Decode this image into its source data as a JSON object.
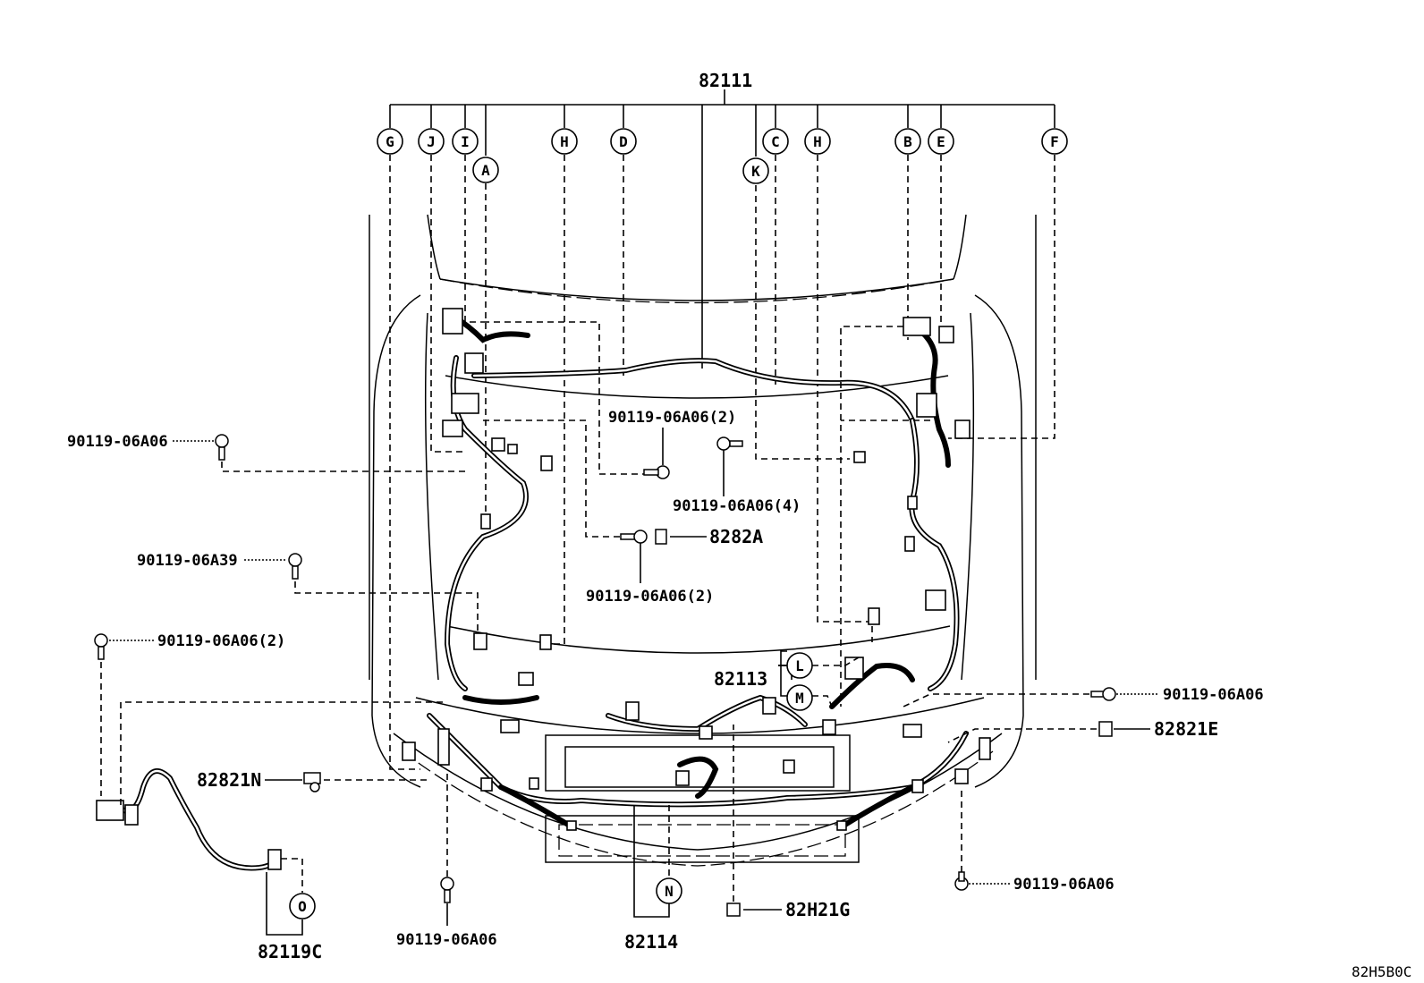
{
  "callouts": {
    "main_harness": "82111",
    "room_harness": "82113",
    "bumper_harness": "82114",
    "sensor_wire": "82119C",
    "bracket_a": "8282A",
    "clamp_e": "82821E",
    "clamp_n": "82821N",
    "clip_g": "82H21G",
    "bolt_left_top": "90119-06A06",
    "bolt_center_2a": "90119-06A06(2)",
    "bolt_center_4": "90119-06A06(4)",
    "bolt_center_2b": "90119-06A06(2)",
    "bolt_a39": "90119-06A39",
    "bolt_left_2": "90119-06A06(2)",
    "bolt_right_mid": "90119-06A06",
    "bolt_right_low": "90119-06A06",
    "bolt_bottom_left": "90119-06A06",
    "diagram_code": "82H5B0C"
  },
  "circle_labels": [
    "G",
    "J",
    "I",
    "A",
    "H",
    "D",
    "K",
    "C",
    "H",
    "B",
    "E",
    "F",
    "L",
    "M",
    "N",
    "O"
  ]
}
